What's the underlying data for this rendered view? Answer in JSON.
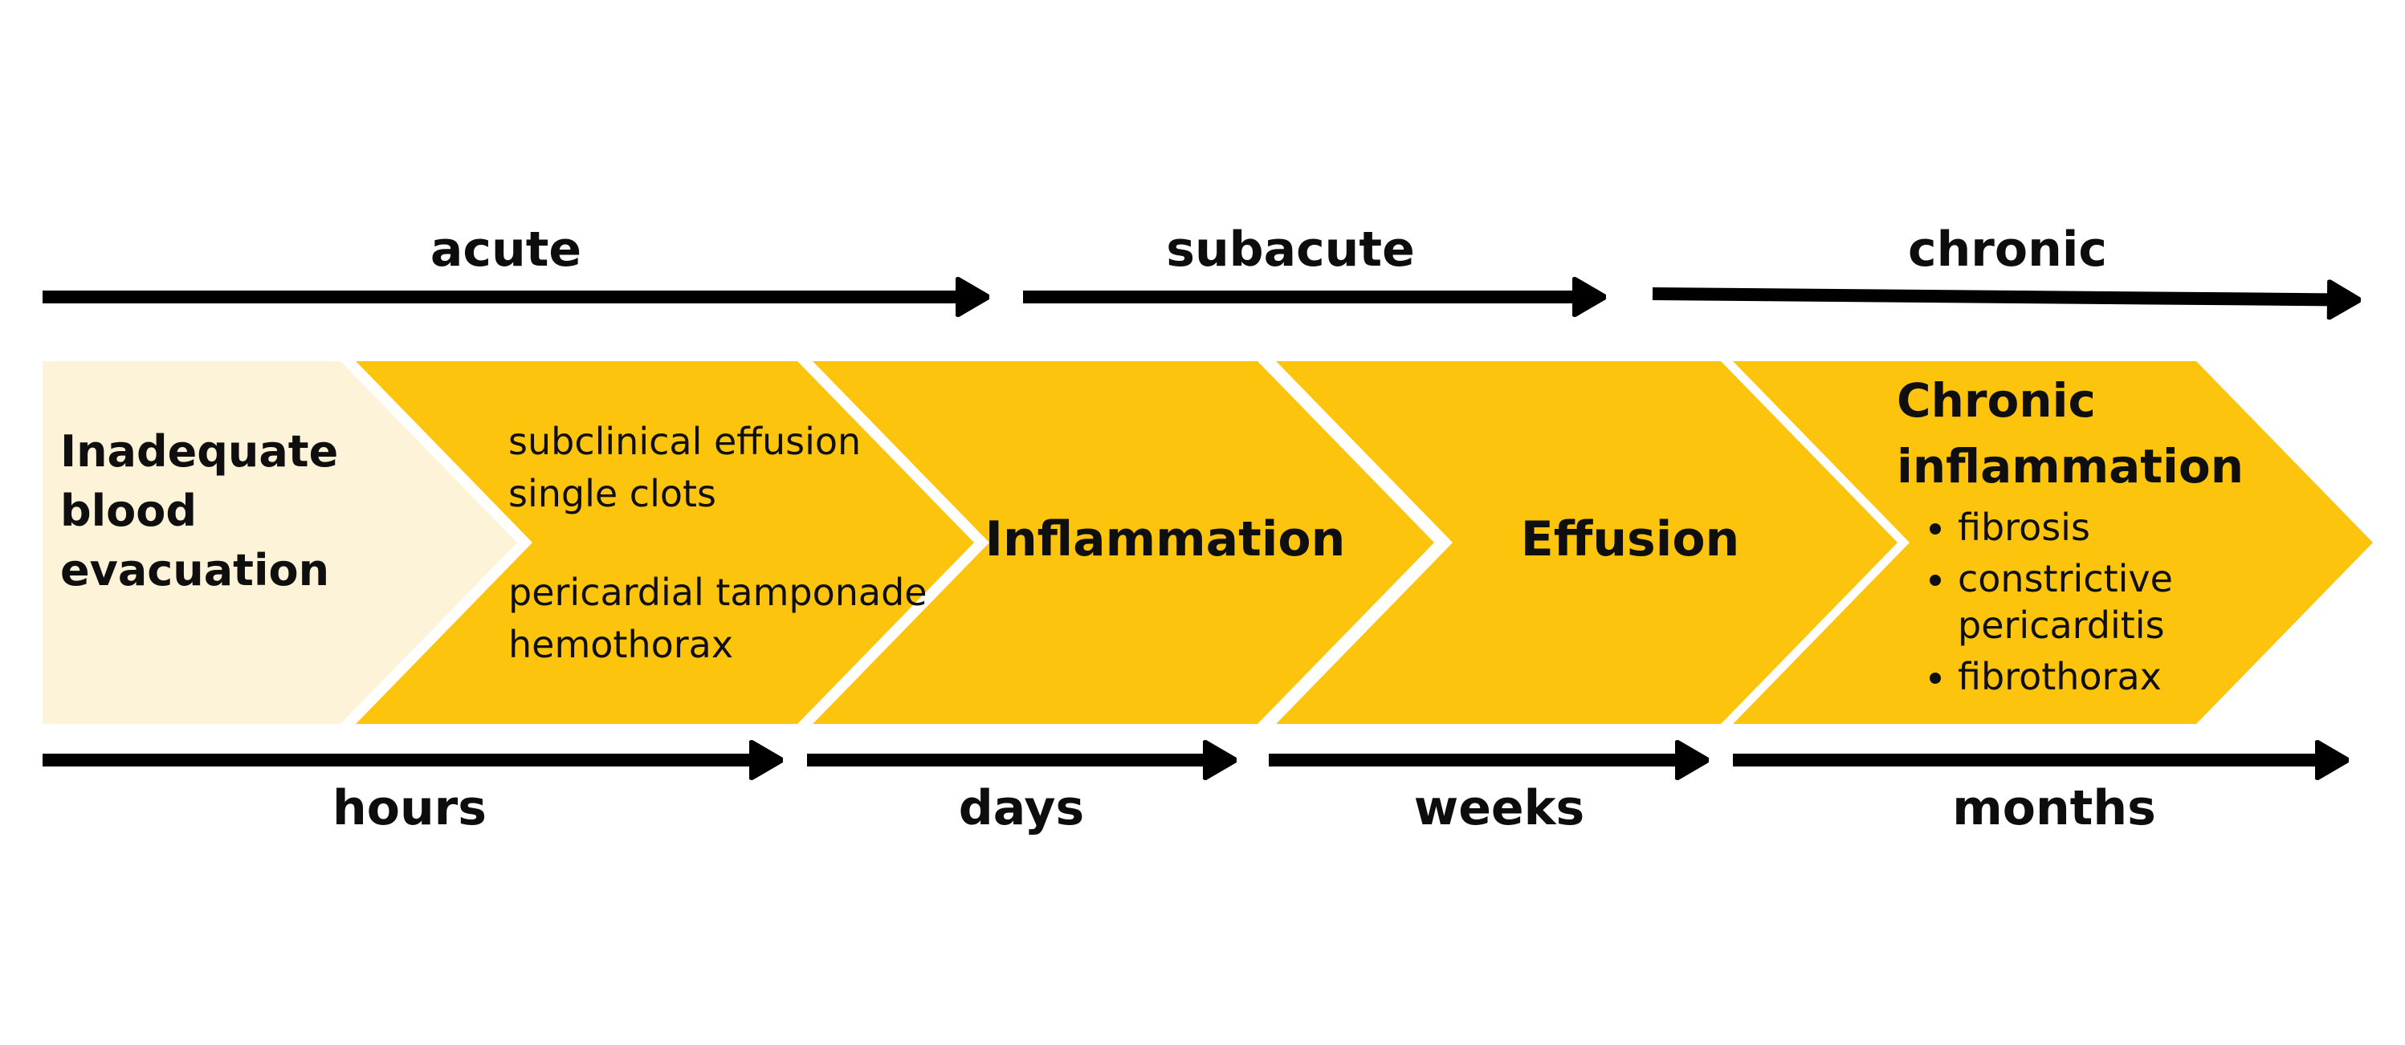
{
  "colors": {
    "chevron_yellow": "#FCC40D",
    "chevron_cream": "#FCF3D8",
    "arrow_black": "#000000"
  },
  "phases": [
    {
      "label": "acute"
    },
    {
      "label": "subacute"
    },
    {
      "label": "chronic"
    }
  ],
  "timescales": [
    {
      "label": "hours"
    },
    {
      "label": "days"
    },
    {
      "label": "weeks"
    },
    {
      "label": "months"
    }
  ],
  "chevrons": [
    {
      "title": "Inadequate blood evacuation"
    },
    {
      "findings_early": [
        "subclinical effusion",
        "single clots"
      ],
      "findings_late": [
        "pericardial tamponade",
        "hemothorax"
      ]
    },
    {
      "title": "Inflammation"
    },
    {
      "title": "Effusion"
    },
    {
      "title": "Chronic inflammation",
      "bullets": [
        "fibrosis",
        "constrictive pericarditis",
        "fibrothorax"
      ]
    }
  ]
}
